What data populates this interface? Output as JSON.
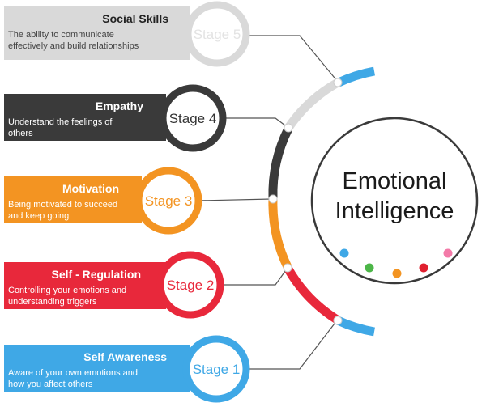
{
  "center": {
    "title_line1": "Emotional",
    "title_line2": "Intelligence",
    "dot_colors": [
      "#3fa8e6",
      "#4cb648",
      "#f39422",
      "#e0202f",
      "#f37aa8"
    ]
  },
  "stages": [
    {
      "stage_label": "Stage 5",
      "title": "Social Skills",
      "desc_line1": "The ability to communicate",
      "desc_line2": "effectively and build relationships",
      "color": "#d9d9d9",
      "title_color": "#222222",
      "desc_color": "#444444",
      "stage_text_color": "#e3e3e3"
    },
    {
      "stage_label": "Stage 4",
      "title": "Empathy",
      "desc_line1": "Understand the feelings of",
      "desc_line2": "others",
      "color": "#3a3a3a",
      "title_color": "#ffffff",
      "desc_color": "#ffffff",
      "stage_text_color": "#333333"
    },
    {
      "stage_label": "Stage 3",
      "title": "Motivation",
      "desc_line1": "Being motivated to succeed",
      "desc_line2": "and keep going",
      "color": "#f39422",
      "title_color": "#ffffff",
      "desc_color": "#ffffff",
      "stage_text_color": "#f39422"
    },
    {
      "stage_label": "Stage 2",
      "title": "Self - Regulation",
      "desc_line1": "Controlling your emotions and",
      "desc_line2": "understanding triggers",
      "color": "#e8283b",
      "title_color": "#ffffff",
      "desc_color": "#ffffff",
      "stage_text_color": "#e8283b"
    },
    {
      "stage_label": "Stage 1",
      "title": "Self Awareness",
      "desc_line1": "Aware of your own emotions and",
      "desc_line2": "how you affect others",
      "color": "#3fa8e6",
      "title_color": "#ffffff",
      "desc_color": "#ffffff",
      "stage_text_color": "#3fa8e6"
    }
  ]
}
